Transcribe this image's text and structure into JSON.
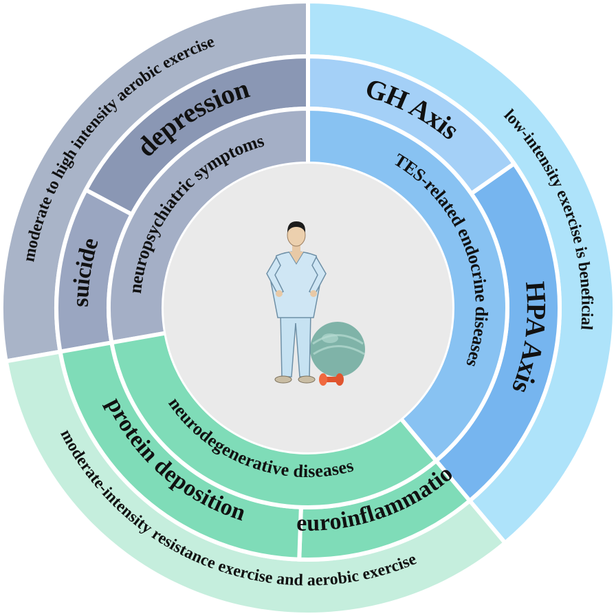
{
  "diagram": {
    "center_figure": "man-with-exercise-ball-and-dumbbell",
    "sections": {
      "neuropsychiatric": {
        "outer_label": "moderate to high intensity aerobic exercise",
        "inner_label": "neuropsychiatric symptoms",
        "items": [
          "depression",
          "suicide"
        ],
        "colors": {
          "outer": "#a9b4c8",
          "mid": "#8a97b4",
          "mid_alt": "#9aa6c1",
          "inner": "#a4afc6"
        }
      },
      "endocrine": {
        "outer_label": "low-intensity exercise is beneficial",
        "inner_label": "TES-related endocrine diseases",
        "items": [
          "GH Axis",
          "HPA Axis"
        ],
        "colors": {
          "outer": "#aee3fa",
          "mid": "#a4d0f7",
          "mid_alt": "#76b5ef",
          "inner": "#88c2f2"
        }
      },
      "neurodegenerative": {
        "outer_label": "moderate-intensity resistance exercise and aerobic exercise",
        "inner_label": "neurodegenerative diseases",
        "items": [
          "protein deposition",
          "neuroinflammation"
        ],
        "colors": {
          "outer": "#c5eedd",
          "mid": "#7fdcb8",
          "mid_alt": "#7fdcb8",
          "inner": "#7fdcb8"
        }
      }
    }
  }
}
